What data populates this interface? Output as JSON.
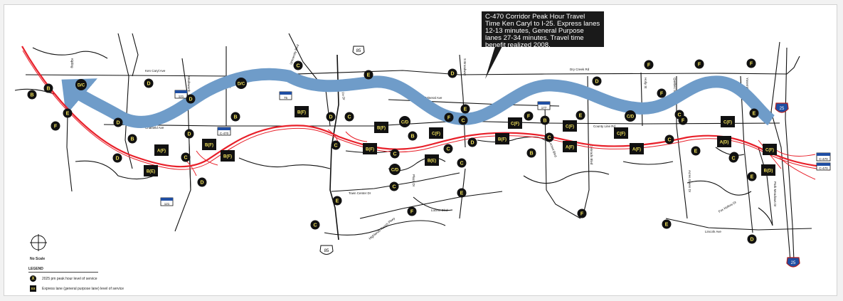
{
  "callout": {
    "text": "C-470 Corridor Peak Hour Travel Time Ken Caryl to I-25. Express lanes 12-13 minutes, General Purpose lanes 27-34 minutes. Travel time benefit realized 2008."
  },
  "scale": {
    "label": "No Scale"
  },
  "legend": {
    "title": "LEGEND",
    "items": [
      {
        "symbol": "X",
        "text": "2025 pm peak hour level of service"
      },
      {
        "symbol": "XX",
        "text": "Express lane (general purpose lane) level of service"
      }
    ]
  },
  "colors": {
    "flow_arrow": "#6f9cc9",
    "c470_route": "#e8202a",
    "marker_fill": "#111111",
    "marker_text": "#f2e25a"
  },
  "road_labels": [
    {
      "text": "Ken Caryl Ave"
    },
    {
      "text": "Dry Creek Rd"
    },
    {
      "text": "Mineral Ave"
    },
    {
      "text": "County Line Rd"
    },
    {
      "text": "Chatfield Ave"
    },
    {
      "text": "Lincoln Ave"
    },
    {
      "text": "S Broadway"
    },
    {
      "text": "Lucent Blvd"
    },
    {
      "text": "Quebec St"
    },
    {
      "text": "Holly St"
    },
    {
      "text": "Yosemite St"
    },
    {
      "text": "Colorado Blvd"
    },
    {
      "text": "Wadsworth"
    },
    {
      "text": "Kipling"
    },
    {
      "text": "Pierce"
    },
    {
      "text": "Santa Fe Dr"
    },
    {
      "text": "University Blvd"
    },
    {
      "text": "Town Center Dr"
    },
    {
      "text": "Plaza Dr"
    },
    {
      "text": "Park Meadows Dr"
    },
    {
      "text": "Highlands Ranch Pkwy"
    },
    {
      "text": "Lucent Blvd"
    },
    {
      "text": "Acres Green Dr"
    },
    {
      "text": "Fox Hollow Dr"
    }
  ],
  "shields": [
    {
      "label": "85"
    },
    {
      "label": "85"
    },
    {
      "label": "25"
    },
    {
      "label": "25"
    },
    {
      "label": "121"
    },
    {
      "label": "121"
    },
    {
      "label": "75"
    },
    {
      "label": "177"
    },
    {
      "label": "C-470"
    },
    {
      "label": "C-470"
    },
    {
      "label": "C-470"
    }
  ],
  "los_markers": [
    {
      "label": "B",
      "kind": "circle"
    },
    {
      "label": "B",
      "kind": "circle"
    },
    {
      "label": "E",
      "kind": "circle"
    },
    {
      "label": "F",
      "kind": "circle"
    },
    {
      "label": "D/C",
      "kind": "circle"
    },
    {
      "label": "D",
      "kind": "circle"
    },
    {
      "label": "D",
      "kind": "circle"
    },
    {
      "label": "D",
      "kind": "circle"
    },
    {
      "label": "B",
      "kind": "circle"
    },
    {
      "label": "D",
      "kind": "circle"
    },
    {
      "label": "A(F)",
      "kind": "square"
    },
    {
      "label": "B(E)",
      "kind": "square"
    },
    {
      "label": "D",
      "kind": "circle"
    },
    {
      "label": "C",
      "kind": "circle"
    },
    {
      "label": "D",
      "kind": "circle"
    },
    {
      "label": "B(F)",
      "kind": "square"
    },
    {
      "label": "B(F)",
      "kind": "square"
    },
    {
      "label": "B",
      "kind": "circle"
    },
    {
      "label": "D/C",
      "kind": "circle"
    },
    {
      "label": "C",
      "kind": "circle"
    },
    {
      "label": "B(F)",
      "kind": "square"
    },
    {
      "label": "E",
      "kind": "circle"
    },
    {
      "label": "D",
      "kind": "circle"
    },
    {
      "label": "C",
      "kind": "circle"
    },
    {
      "label": "C",
      "kind": "circle"
    },
    {
      "label": "B(F)",
      "kind": "square"
    },
    {
      "label": "B(F)",
      "kind": "square"
    },
    {
      "label": "C/D",
      "kind": "circle"
    },
    {
      "label": "C",
      "kind": "circle"
    },
    {
      "label": "B",
      "kind": "circle"
    },
    {
      "label": "C/D",
      "kind": "circle"
    },
    {
      "label": "B(E)",
      "kind": "square"
    },
    {
      "label": "C",
      "kind": "circle"
    },
    {
      "label": "C(F)",
      "kind": "square"
    },
    {
      "label": "C",
      "kind": "circle"
    },
    {
      "label": "F",
      "kind": "circle"
    },
    {
      "label": "C",
      "kind": "circle"
    },
    {
      "label": "D",
      "kind": "circle"
    },
    {
      "label": "C",
      "kind": "circle"
    },
    {
      "label": "E",
      "kind": "circle"
    },
    {
      "label": "D",
      "kind": "circle"
    },
    {
      "label": "E",
      "kind": "circle"
    },
    {
      "label": "F",
      "kind": "circle"
    },
    {
      "label": "C",
      "kind": "circle"
    },
    {
      "label": "E",
      "kind": "circle"
    },
    {
      "label": "B(F)",
      "kind": "square"
    },
    {
      "label": "C(F)",
      "kind": "square"
    },
    {
      "label": "F",
      "kind": "circle"
    },
    {
      "label": "B",
      "kind": "circle"
    },
    {
      "label": "B",
      "kind": "circle"
    },
    {
      "label": "C",
      "kind": "circle"
    },
    {
      "label": "E",
      "kind": "circle"
    },
    {
      "label": "C(F)",
      "kind": "square"
    },
    {
      "label": "A(F)",
      "kind": "square"
    },
    {
      "label": "F",
      "kind": "circle"
    },
    {
      "label": "D",
      "kind": "circle"
    },
    {
      "label": "C/D",
      "kind": "circle"
    },
    {
      "label": "C(F)",
      "kind": "square"
    },
    {
      "label": "A(F)",
      "kind": "square"
    },
    {
      "label": "F",
      "kind": "circle"
    },
    {
      "label": "C",
      "kind": "circle"
    },
    {
      "label": "C",
      "kind": "circle"
    },
    {
      "label": "F",
      "kind": "circle"
    },
    {
      "label": "E",
      "kind": "circle"
    },
    {
      "label": "F",
      "kind": "circle"
    },
    {
      "label": "C(F)",
      "kind": "square"
    },
    {
      "label": "A(D)",
      "kind": "square"
    },
    {
      "label": "E",
      "kind": "circle"
    },
    {
      "label": "F",
      "kind": "circle"
    },
    {
      "label": "E",
      "kind": "circle"
    },
    {
      "label": "C(F)",
      "kind": "square"
    },
    {
      "label": "C",
      "kind": "circle"
    },
    {
      "label": "B(D)",
      "kind": "square"
    },
    {
      "label": "E",
      "kind": "circle"
    },
    {
      "label": "D",
      "kind": "circle"
    },
    {
      "label": "F",
      "kind": "circle"
    },
    {
      "label": "E",
      "kind": "circle"
    }
  ]
}
